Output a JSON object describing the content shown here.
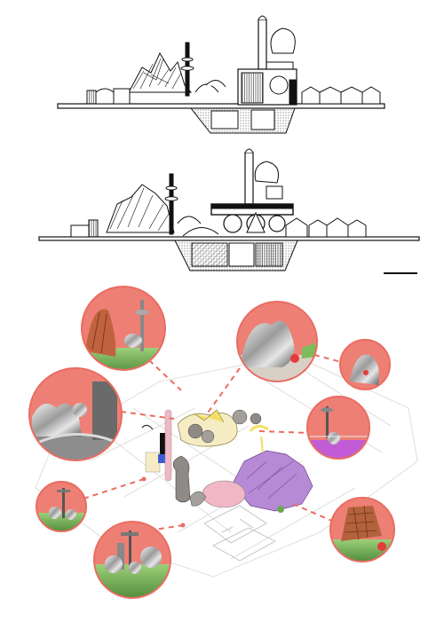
{
  "figure": {
    "panels": [
      "upper-section",
      "lower-section",
      "axonometric-with-vignettes"
    ]
  },
  "colors": {
    "ink": "#111111",
    "hatch_gray": "#9a9a9a",
    "salmon": "#ee7f74",
    "salmon_dash": "#e96d62",
    "violet": "#b78ad6",
    "pink": "#f2b7c4",
    "yellow": "#f1e063",
    "light_line": "#d9d9d9"
  },
  "scale_bar": {
    "visible": true
  }
}
